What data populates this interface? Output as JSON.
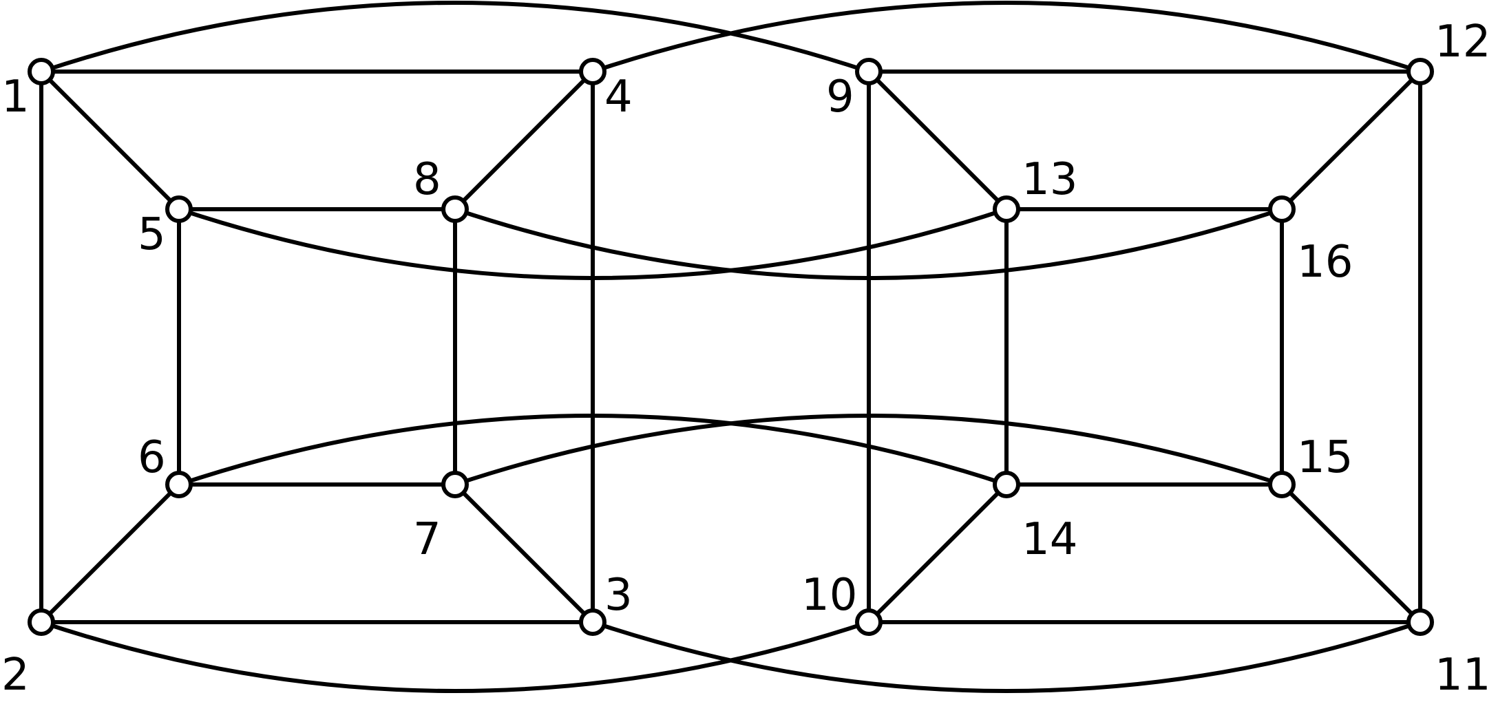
{
  "graph": {
    "colors": {
      "stroke": "#000000",
      "node_fill": "#ffffff",
      "background": "#ffffff"
    },
    "nodes": [
      {
        "id": "1",
        "label": "1"
      },
      {
        "id": "2",
        "label": "2"
      },
      {
        "id": "3",
        "label": "3"
      },
      {
        "id": "4",
        "label": "4"
      },
      {
        "id": "5",
        "label": "5"
      },
      {
        "id": "6",
        "label": "6"
      },
      {
        "id": "7",
        "label": "7"
      },
      {
        "id": "8",
        "label": "8"
      },
      {
        "id": "9",
        "label": "9"
      },
      {
        "id": "10",
        "label": "10"
      },
      {
        "id": "11",
        "label": "11"
      },
      {
        "id": "12",
        "label": "12"
      },
      {
        "id": "13",
        "label": "13"
      },
      {
        "id": "14",
        "label": "14"
      },
      {
        "id": "15",
        "label": "15"
      },
      {
        "id": "16",
        "label": "16"
      }
    ],
    "edges": [
      [
        "1",
        "4"
      ],
      [
        "1",
        "2"
      ],
      [
        "1",
        "5"
      ],
      [
        "4",
        "8"
      ],
      [
        "4",
        "3"
      ],
      [
        "2",
        "6"
      ],
      [
        "2",
        "3"
      ],
      [
        "3",
        "7"
      ],
      [
        "5",
        "8"
      ],
      [
        "5",
        "6"
      ],
      [
        "6",
        "7"
      ],
      [
        "7",
        "8"
      ],
      [
        "9",
        "12"
      ],
      [
        "9",
        "10"
      ],
      [
        "9",
        "13"
      ],
      [
        "12",
        "16"
      ],
      [
        "12",
        "11"
      ],
      [
        "10",
        "11"
      ],
      [
        "10",
        "14"
      ],
      [
        "11",
        "15"
      ],
      [
        "13",
        "16"
      ],
      [
        "13",
        "14"
      ],
      [
        "14",
        "15"
      ],
      [
        "15",
        "16"
      ],
      [
        "1",
        "9"
      ],
      [
        "4",
        "12"
      ],
      [
        "2",
        "10"
      ],
      [
        "3",
        "11"
      ],
      [
        "5",
        "13"
      ],
      [
        "8",
        "16"
      ],
      [
        "6",
        "14"
      ],
      [
        "7",
        "15"
      ]
    ]
  }
}
